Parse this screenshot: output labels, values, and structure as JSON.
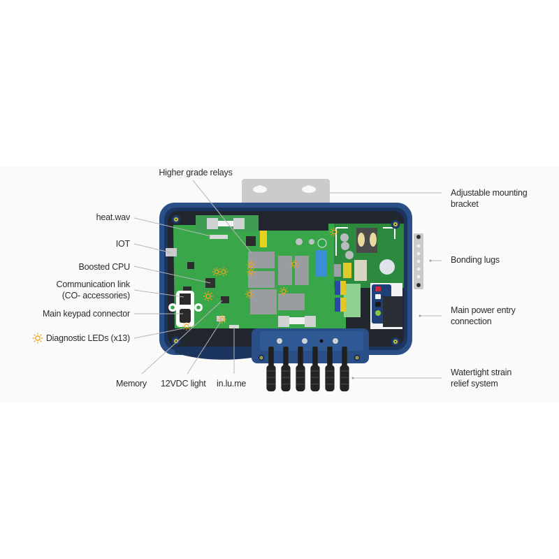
{
  "diagram": {
    "subject": "Spa control pack enclosure (open, top view)",
    "colors": {
      "enclosure_blue": "#2a4f86",
      "enclosure_dark": "#1b355e",
      "pcb_green": "#3aa64a",
      "relay_gray": "#9a9d9f",
      "bracket_gray": "#c9cbcc",
      "led_orange": "#f2a51c",
      "leader_line": "#b5b7b9",
      "label_text": "#2b2b2b"
    },
    "left_callouts": [
      {
        "id": "heat-wav",
        "text": "heat.wav"
      },
      {
        "id": "iot",
        "text": "IOT"
      },
      {
        "id": "boosted-cpu",
        "text": "Boosted CPU"
      },
      {
        "id": "communication-link",
        "text": "Communication link",
        "text2": "(CO- accessories)"
      },
      {
        "id": "main-keypad-connector",
        "text": "Main keypad connector"
      },
      {
        "id": "diagnostic-leds",
        "text": "Diagnostic LEDs (x13)",
        "icon": "sun-led-icon"
      }
    ],
    "top_callouts": [
      {
        "id": "higher-grade-relays",
        "text": "Higher grade relays"
      }
    ],
    "bottom_callouts": [
      {
        "id": "memory",
        "text": "Memory"
      },
      {
        "id": "12vdc-light",
        "text": "12VDC light"
      },
      {
        "id": "in-lu-me",
        "text": "in.lu.me"
      }
    ],
    "right_callouts": [
      {
        "id": "adjustable-mounting-bracket",
        "text": "Adjustable mounting",
        "text2": "bracket"
      },
      {
        "id": "bonding-lugs",
        "text": "Bonding lugs"
      },
      {
        "id": "main-power-entry",
        "text": "Main power entry",
        "text2": "connection"
      },
      {
        "id": "watertight-strain-relief",
        "text": "Watertight strain",
        "text2": "relief system"
      }
    ]
  }
}
